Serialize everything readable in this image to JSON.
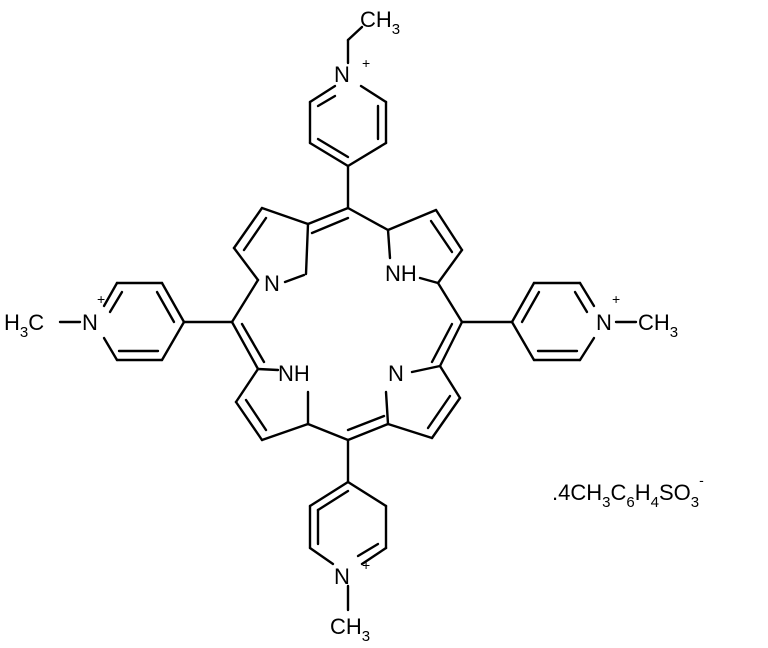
{
  "structure": {
    "nitrogen": "N",
    "pyrrole_nh": "NH",
    "pyridinium_n": "N",
    "charge_plus": "+",
    "methyl_right": {
      "label": "CH",
      "subscript": "3"
    },
    "methyl_left": {
      "label": "H",
      "subscript": "3",
      "suffix": "C"
    },
    "counterion": {
      "prefix": ".4CH",
      "s1": "3",
      "mid1": "C",
      "s2": "6",
      "mid2": "H",
      "s3": "4",
      "mid3": "SO",
      "s4": "3",
      "charge": "-"
    }
  }
}
